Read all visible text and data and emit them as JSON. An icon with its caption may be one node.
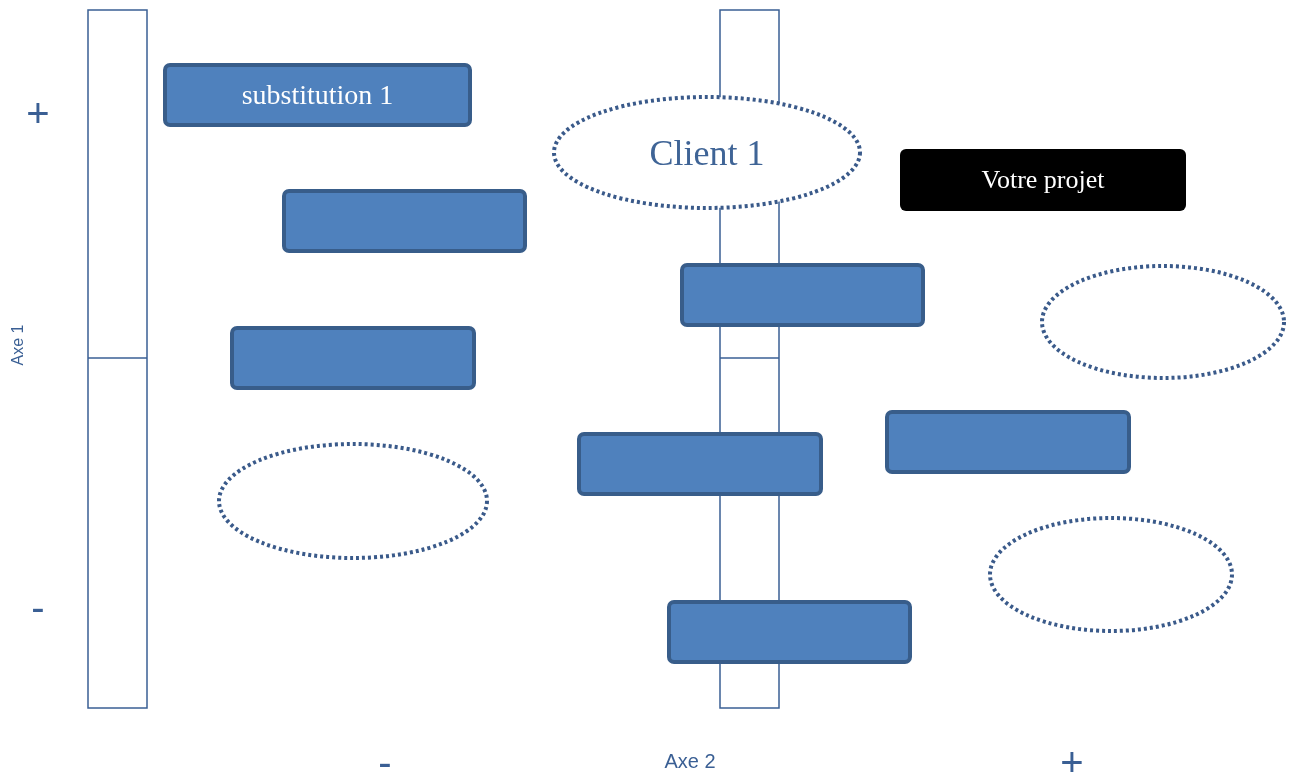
{
  "diagram": {
    "nodes": [
      {
        "text": [
          "substitution 1"
        ]
      },
      {
        "text": [
          "Client 1"
        ]
      },
      {
        "text": [
          "Votre projet"
        ]
      },
      {
        "text": [],
        "shape": "box"
      },
      {
        "text": [],
        "shape": "box"
      },
      {
        "text": [],
        "shape": "ellipse"
      },
      {
        "text": [],
        "shape": "box"
      },
      {
        "text": [],
        "shape": "box"
      },
      {
        "text": [],
        "shape": "box"
      },
      {
        "text": [],
        "shape": "ellipse"
      },
      {
        "text": [],
        "shape": "ellipse"
      },
      {
        "text": [],
        "shape": "box"
      }
    ],
    "labels": [
      "+",
      "Axe 1",
      "-",
      "-",
      "Axe 2",
      "+"
    ]
  }
}
